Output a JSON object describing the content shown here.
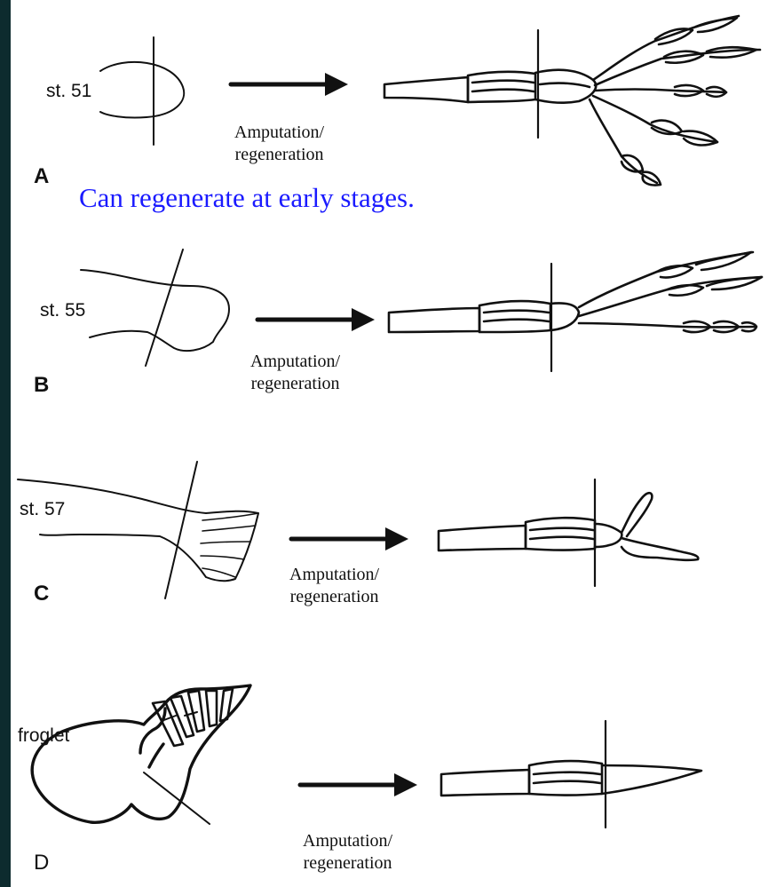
{
  "colors": {
    "frame": "#0d2b2e",
    "panel": "#ffffff",
    "ink": "#111111",
    "note": "#1a1aff"
  },
  "note": "Can regenerate at early stages.",
  "rows": [
    {
      "letter": "A",
      "stage": "st. 51",
      "caption_line1": "Amputation/",
      "caption_line2": "regeneration"
    },
    {
      "letter": "B",
      "stage": "st. 55",
      "caption_line1": "Amputation/",
      "caption_line2": "regeneration"
    },
    {
      "letter": "C",
      "stage": "st. 57",
      "caption_line1": "Amputation/",
      "caption_line2": "regeneration"
    },
    {
      "letter": "D",
      "stage": "froglet",
      "caption_line1": "Amputation/",
      "caption_line2": "regeneration"
    }
  ]
}
